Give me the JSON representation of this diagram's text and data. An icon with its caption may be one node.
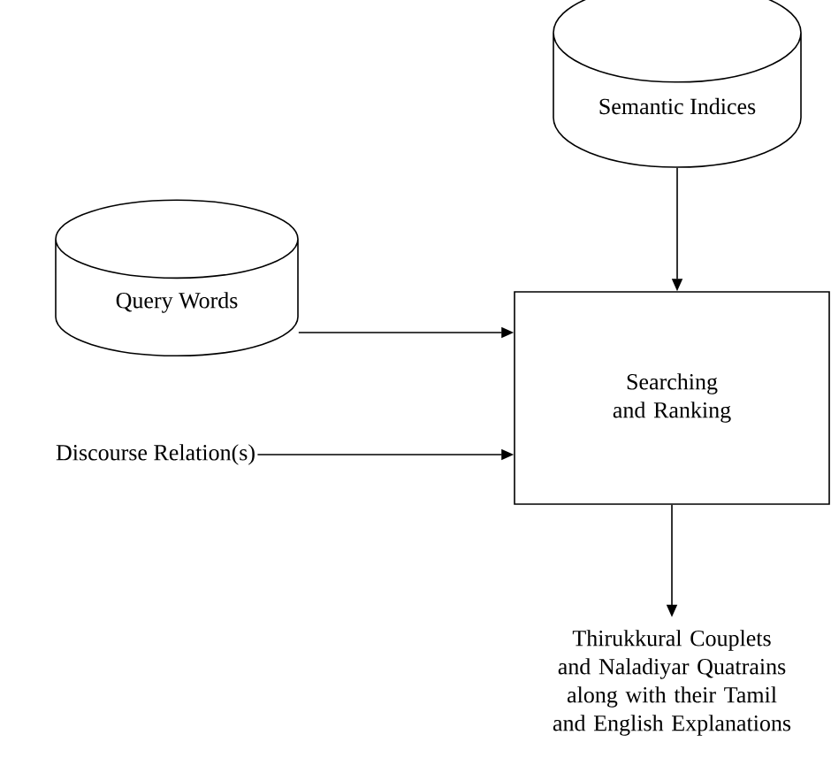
{
  "diagram": {
    "nodes": [
      {
        "text": [
          "Semantic Indices"
        ]
      },
      {
        "text": [
          "Query Words"
        ]
      },
      {
        "text": [
          "Discourse Relation(s)"
        ]
      },
      {
        "text": [
          "Searching and Ranking"
        ]
      },
      {
        "text": [
          "Thirukkural Couplets and Naladiyar Quatrains along with their Tamil and English Explanations"
        ]
      }
    ],
    "edges": [
      {
        "from": 0,
        "to": 3,
        "arrow": "to"
      },
      {
        "from": 1,
        "to": 3,
        "arrow": "to"
      },
      {
        "from": 2,
        "to": 3,
        "arrow": "to"
      },
      {
        "from": 3,
        "to": 4,
        "arrow": "to"
      }
    ]
  }
}
